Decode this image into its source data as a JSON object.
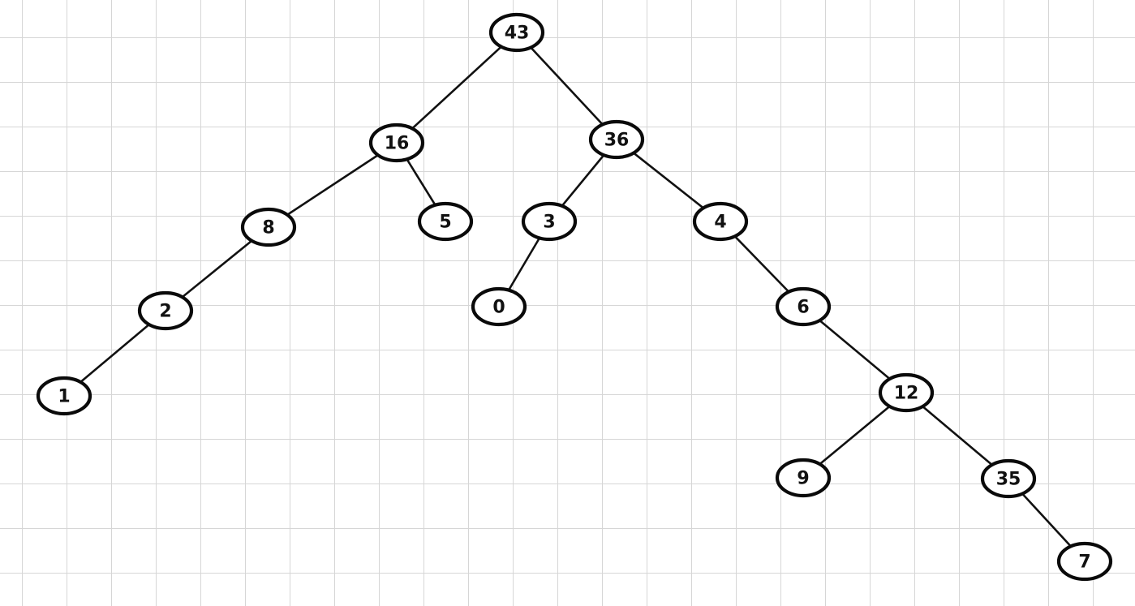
{
  "diagram": {
    "type": "binary-tree",
    "colors": {
      "background": "#ffffff",
      "grid": "#d6d6d6",
      "ink": "#0a0a0a"
    },
    "root": "n43",
    "nodes": [
      {
        "id": "n43",
        "label": "43",
        "left": "n16",
        "right": "n36"
      },
      {
        "id": "n16",
        "label": "16",
        "left": "n8",
        "right": "n5"
      },
      {
        "id": "n36",
        "label": "36",
        "left": "n3",
        "right": "n4"
      },
      {
        "id": "n8",
        "label": "8",
        "left": "n2",
        "right": null
      },
      {
        "id": "n5",
        "label": "5",
        "left": null,
        "right": null
      },
      {
        "id": "n3",
        "label": "3",
        "left": "n0",
        "right": null
      },
      {
        "id": "n4",
        "label": "4",
        "left": null,
        "right": "n6"
      },
      {
        "id": "n2",
        "label": "2",
        "left": "n1",
        "right": null
      },
      {
        "id": "n0",
        "label": "0",
        "left": null,
        "right": null
      },
      {
        "id": "n6",
        "label": "6",
        "left": null,
        "right": "n12"
      },
      {
        "id": "n1",
        "label": "1",
        "left": null,
        "right": null
      },
      {
        "id": "n12",
        "label": "12",
        "left": "n9",
        "right": "n35"
      },
      {
        "id": "n9",
        "label": "9",
        "left": null,
        "right": null
      },
      {
        "id": "n35",
        "label": "35",
        "left": null,
        "right": "n7"
      },
      {
        "id": "n7",
        "label": "7",
        "left": null,
        "right": null
      }
    ]
  }
}
